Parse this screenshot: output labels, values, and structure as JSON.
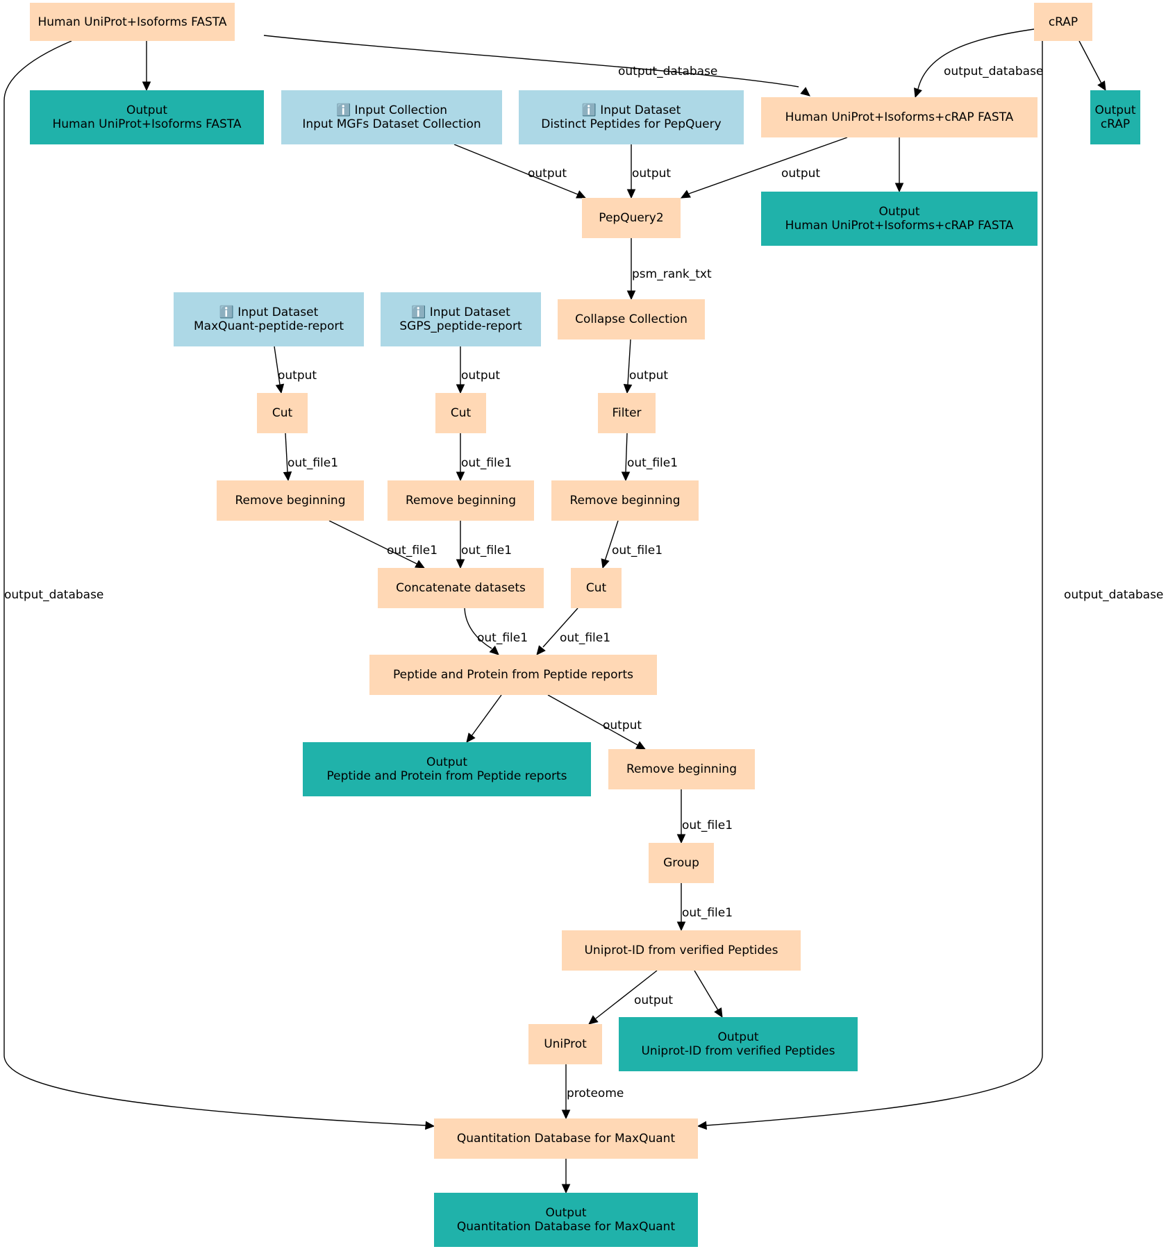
{
  "nodes": {
    "human_fasta": {
      "lines": [
        "Human UniProt+Isoforms FASTA"
      ],
      "kind": "tool"
    },
    "crap": {
      "lines": [
        "cRAP"
      ],
      "kind": "tool"
    },
    "out_human_fasta": {
      "lines": [
        "Output",
        "Human UniProt+Isoforms FASTA"
      ],
      "kind": "output"
    },
    "in_mgfs": {
      "lines": [
        "ℹ️ Input Collection",
        "Input MGFs Dataset Collection"
      ],
      "kind": "input"
    },
    "in_distinct": {
      "lines": [
        "ℹ️ Input Dataset",
        "Distinct Peptides for PepQuery"
      ],
      "kind": "input"
    },
    "human_crap_fasta": {
      "lines": [
        "Human UniProt+Isoforms+cRAP FASTA"
      ],
      "kind": "tool"
    },
    "out_crap": {
      "lines": [
        "Output",
        "cRAP"
      ],
      "kind": "output"
    },
    "pepquery2": {
      "lines": [
        "PepQuery2"
      ],
      "kind": "tool"
    },
    "out_human_crap_fasta": {
      "lines": [
        "Output",
        "Human UniProt+Isoforms+cRAP FASTA"
      ],
      "kind": "output"
    },
    "in_maxquant": {
      "lines": [
        "ℹ️ Input Dataset",
        "MaxQuant-peptide-report"
      ],
      "kind": "input"
    },
    "in_sgps": {
      "lines": [
        "ℹ️ Input Dataset",
        "SGPS_peptide-report"
      ],
      "kind": "input"
    },
    "collapse": {
      "lines": [
        "Collapse Collection"
      ],
      "kind": "tool"
    },
    "cut1": {
      "lines": [
        "Cut"
      ],
      "kind": "tool"
    },
    "cut2": {
      "lines": [
        "Cut"
      ],
      "kind": "tool"
    },
    "filter": {
      "lines": [
        "Filter"
      ],
      "kind": "tool"
    },
    "remove1": {
      "lines": [
        "Remove beginning"
      ],
      "kind": "tool"
    },
    "remove2": {
      "lines": [
        "Remove beginning"
      ],
      "kind": "tool"
    },
    "remove3": {
      "lines": [
        "Remove beginning"
      ],
      "kind": "tool"
    },
    "concat": {
      "lines": [
        "Concatenate datasets"
      ],
      "kind": "tool"
    },
    "cut3": {
      "lines": [
        "Cut"
      ],
      "kind": "tool"
    },
    "pep_prot": {
      "lines": [
        "Peptide and Protein from Peptide reports"
      ],
      "kind": "tool"
    },
    "out_pep_prot": {
      "lines": [
        "Output",
        "Peptide and Protein from Peptide reports"
      ],
      "kind": "output"
    },
    "remove4": {
      "lines": [
        "Remove beginning"
      ],
      "kind": "tool"
    },
    "group": {
      "lines": [
        "Group"
      ],
      "kind": "tool"
    },
    "uniprot_id": {
      "lines": [
        "Uniprot-ID from verified Peptides"
      ],
      "kind": "tool"
    },
    "uniprot": {
      "lines": [
        "UniProt"
      ],
      "kind": "tool"
    },
    "out_uniprot_id": {
      "lines": [
        "Output",
        "Uniprot-ID from verified Peptides"
      ],
      "kind": "output"
    },
    "quant_db": {
      "lines": [
        "Quantitation Database for MaxQuant"
      ],
      "kind": "tool"
    },
    "out_quant_db": {
      "lines": [
        "Output",
        "Quantitation Database for MaxQuant"
      ],
      "kind": "output"
    }
  },
  "edges": [
    {
      "from": "human_fasta",
      "to": "out_human_fasta",
      "label": ""
    },
    {
      "from": "human_fasta",
      "to": "human_crap_fasta",
      "label": "output_database"
    },
    {
      "from": "human_fasta",
      "to": "quant_db",
      "label": "output_database"
    },
    {
      "from": "crap",
      "to": "human_crap_fasta",
      "label": "output_database"
    },
    {
      "from": "crap",
      "to": "out_crap",
      "label": ""
    },
    {
      "from": "crap",
      "to": "quant_db",
      "label": "output_database"
    },
    {
      "from": "in_mgfs",
      "to": "pepquery2",
      "label": "output"
    },
    {
      "from": "in_distinct",
      "to": "pepquery2",
      "label": "output"
    },
    {
      "from": "human_crap_fasta",
      "to": "pepquery2",
      "label": "output"
    },
    {
      "from": "human_crap_fasta",
      "to": "out_human_crap_fasta",
      "label": ""
    },
    {
      "from": "pepquery2",
      "to": "collapse",
      "label": "psm_rank_txt"
    },
    {
      "from": "in_maxquant",
      "to": "cut1",
      "label": "output"
    },
    {
      "from": "in_sgps",
      "to": "cut2",
      "label": "output"
    },
    {
      "from": "collapse",
      "to": "filter",
      "label": "output"
    },
    {
      "from": "cut1",
      "to": "remove1",
      "label": "out_file1"
    },
    {
      "from": "cut2",
      "to": "remove2",
      "label": "out_file1"
    },
    {
      "from": "filter",
      "to": "remove3",
      "label": "out_file1"
    },
    {
      "from": "remove1",
      "to": "concat",
      "label": "out_file1"
    },
    {
      "from": "remove2",
      "to": "concat",
      "label": "out_file1"
    },
    {
      "from": "remove3",
      "to": "cut3",
      "label": "out_file1"
    },
    {
      "from": "concat",
      "to": "pep_prot",
      "label": "out_file1"
    },
    {
      "from": "cut3",
      "to": "pep_prot",
      "label": "out_file1"
    },
    {
      "from": "pep_prot",
      "to": "out_pep_prot",
      "label": ""
    },
    {
      "from": "pep_prot",
      "to": "remove4",
      "label": "output"
    },
    {
      "from": "remove4",
      "to": "group",
      "label": "out_file1"
    },
    {
      "from": "group",
      "to": "uniprot_id",
      "label": "out_file1"
    },
    {
      "from": "uniprot_id",
      "to": "uniprot",
      "label": "output"
    },
    {
      "from": "uniprot_id",
      "to": "out_uniprot_id",
      "label": ""
    },
    {
      "from": "uniprot",
      "to": "quant_db",
      "label": "proteome"
    },
    {
      "from": "quant_db",
      "to": "out_quant_db",
      "label": ""
    }
  ],
  "colors": {
    "tool": "#FFD8B5",
    "input": "#ADD8E6",
    "output": "#20B2AA",
    "edge": "#000000"
  }
}
